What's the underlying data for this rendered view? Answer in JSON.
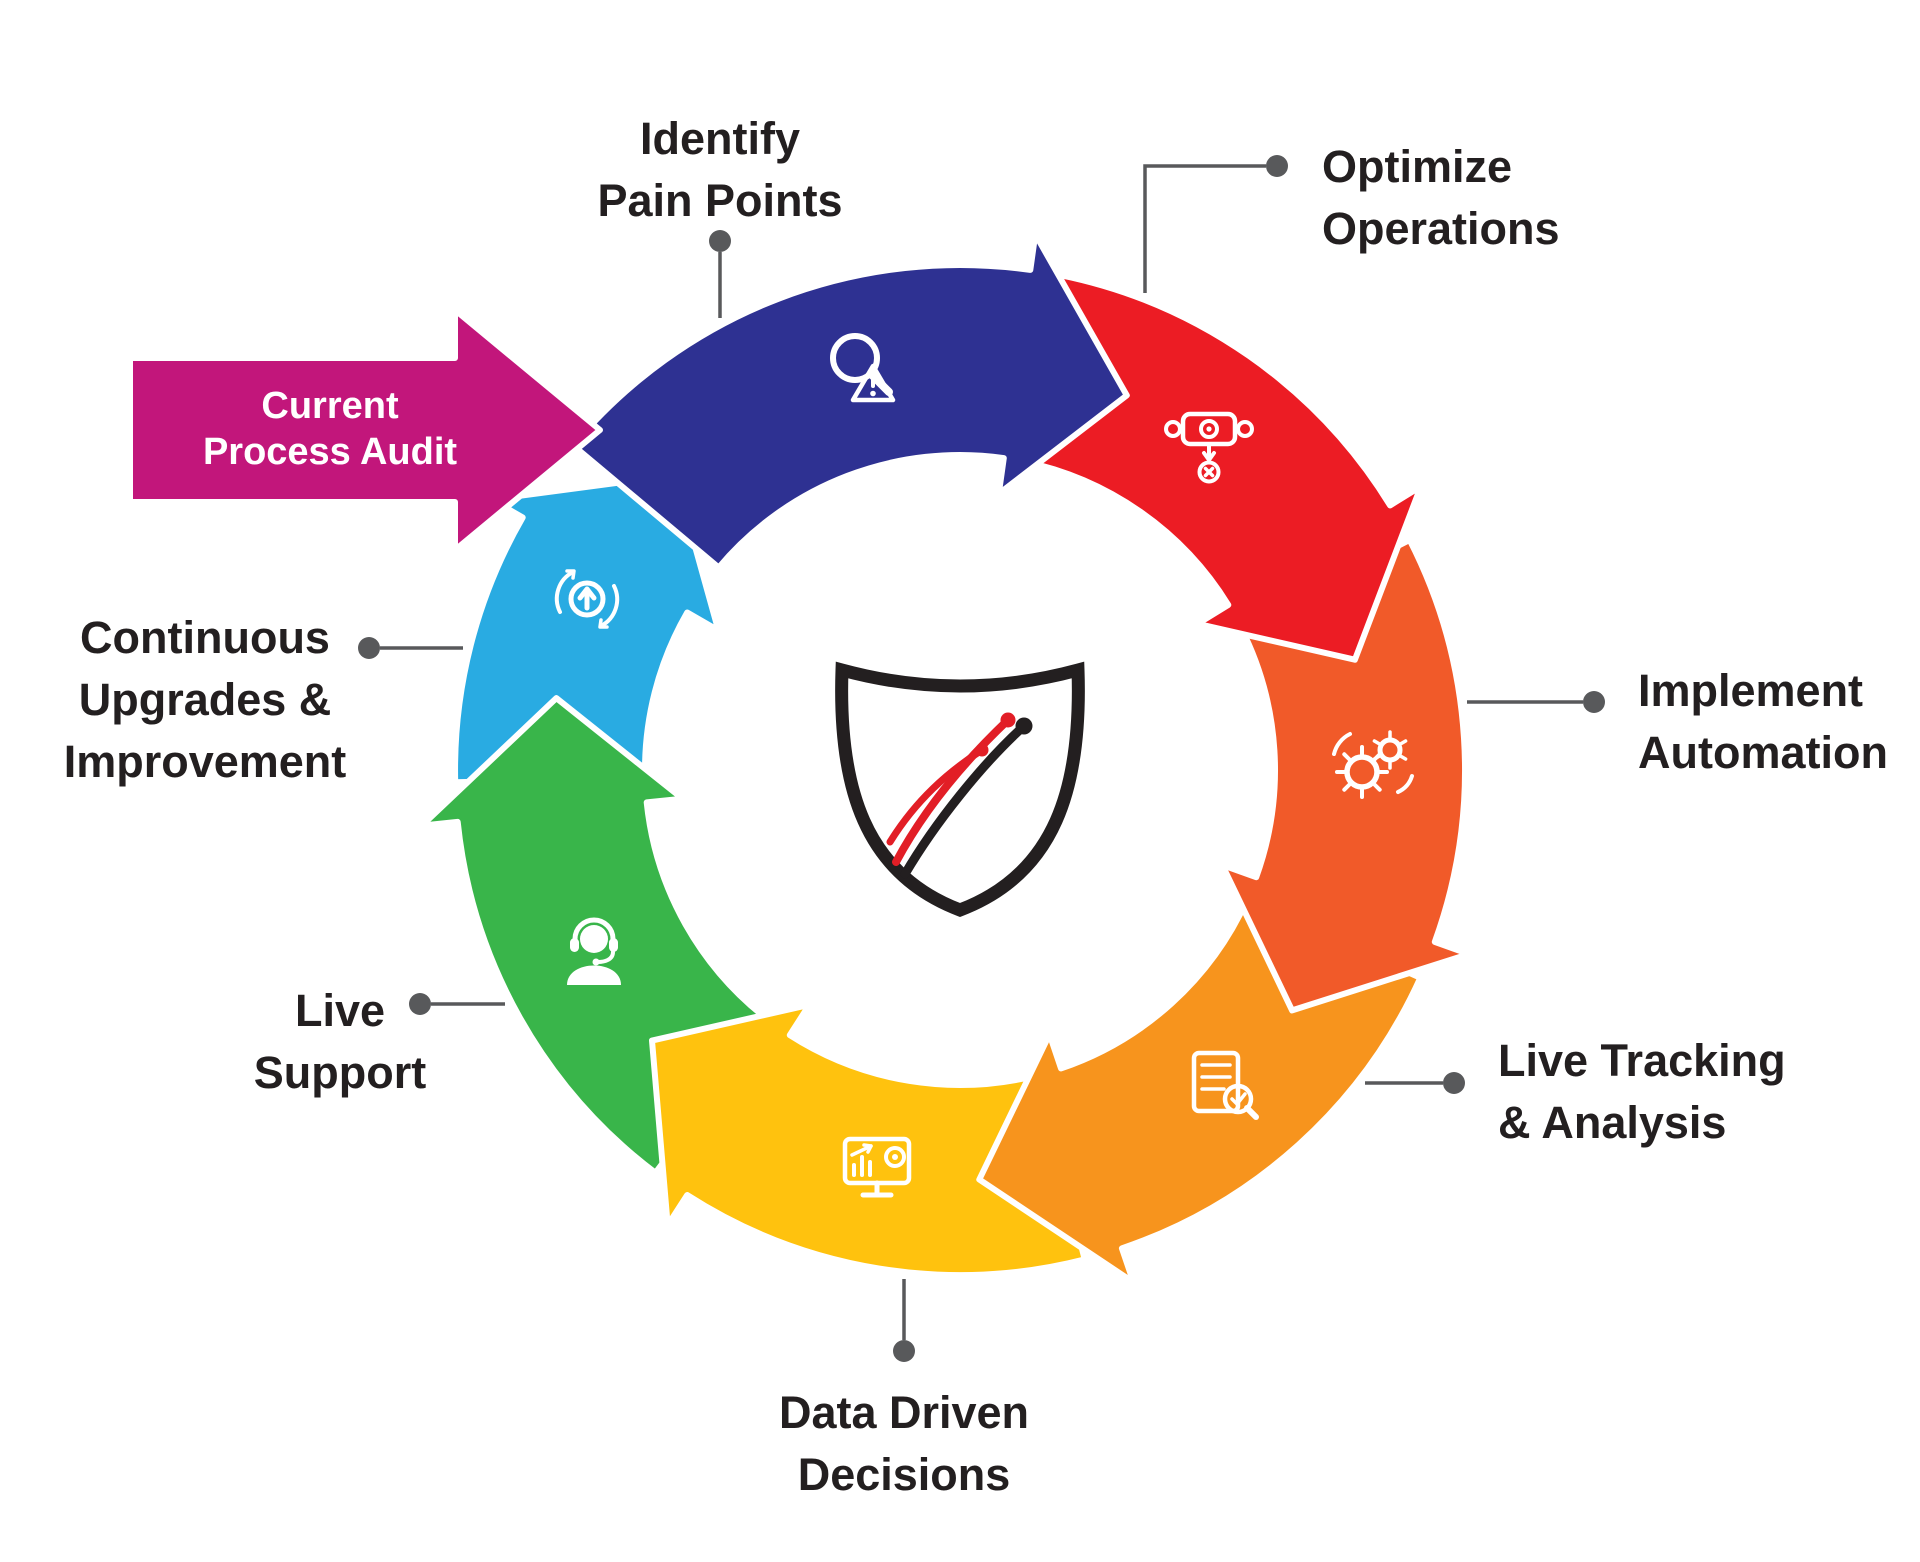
{
  "entry_arrow": {
    "lines": [
      "Current",
      "Process Audit"
    ],
    "color": "#C2167B",
    "text_color": "#FFFFFF"
  },
  "steps": [
    {
      "name": "identify-pain-points",
      "lines": [
        "Identify",
        "Pain Points"
      ],
      "color": "#2E3192",
      "icon": "magnifier-warning-icon"
    },
    {
      "name": "optimize-operations",
      "lines": [
        "Optimize",
        "Operations"
      ],
      "color": "#EC1C24",
      "icon": "process-check-icon"
    },
    {
      "name": "implement-automation",
      "lines": [
        "Implement",
        "Automation"
      ],
      "color": "#F15A29",
      "icon": "gears-icon"
    },
    {
      "name": "live-tracking-analysis",
      "lines": [
        "Live Tracking",
        "& Analysis"
      ],
      "color": "#F7941D",
      "icon": "checklist-search-icon"
    },
    {
      "name": "data-driven-decisions",
      "lines": [
        "Data Driven",
        "Decisions"
      ],
      "color": "#FFC20E",
      "icon": "monitor-chart-icon"
    },
    {
      "name": "live-support",
      "lines": [
        "Live",
        "Support"
      ],
      "color": "#39B54A",
      "icon": "headset-support-icon"
    },
    {
      "name": "continuous-upgrades",
      "lines": [
        "Continuous",
        "Upgrades &",
        "Improvement"
      ],
      "color": "#29ABE2",
      "icon": "gear-upgrade-icon"
    }
  ],
  "connector_color": "#58595B",
  "label_color": "#231F20",
  "logo": {
    "name": "shield-logo",
    "outline_color": "#231F20",
    "accent_color": "#E21E26"
  }
}
